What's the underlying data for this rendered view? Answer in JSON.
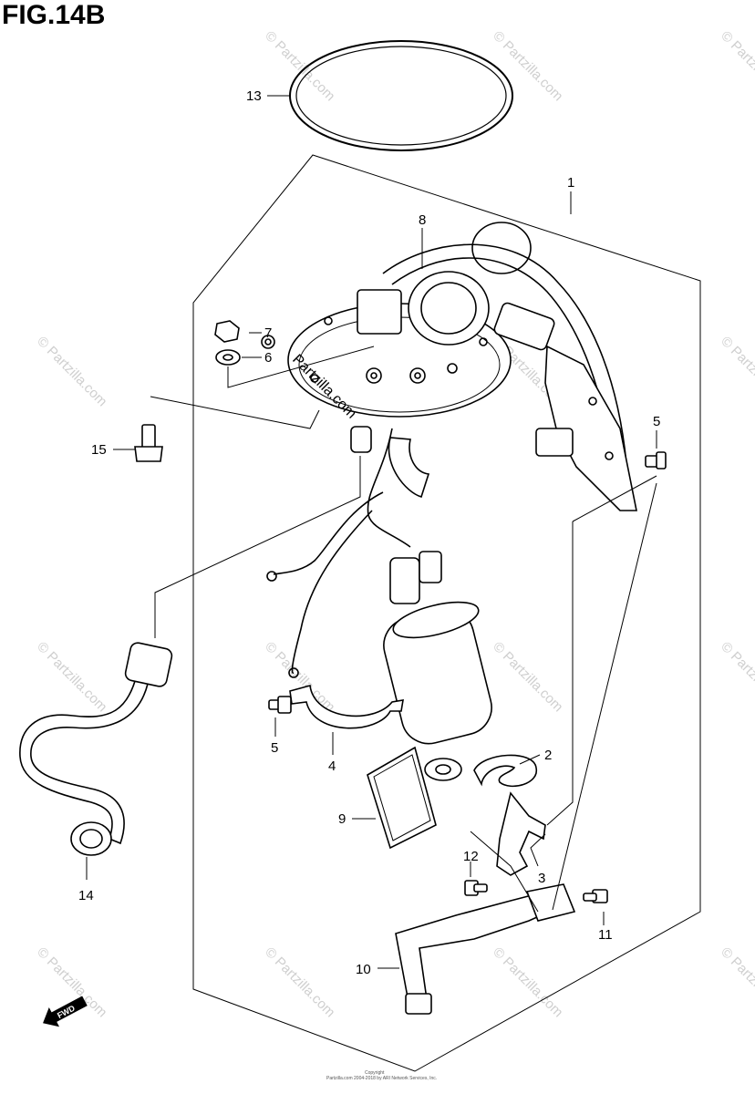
{
  "figure": {
    "title": "FIG.14B"
  },
  "callouts": {
    "c1": "1",
    "c2": "2",
    "c3": "3",
    "c4": "4",
    "c5a": "5",
    "c5b": "5",
    "c6": "6",
    "c7": "7",
    "c8": "8",
    "c9": "9",
    "c10": "10",
    "c11": "11",
    "c12": "12",
    "c13": "13",
    "c14": "14",
    "c15": "15"
  },
  "watermark": {
    "text": "© Partzilla.com",
    "center_text": "Partzilla.com"
  },
  "fwd_label": "FWD",
  "copyright": {
    "line1": "Copyright",
    "line2": "Partzilla.com 2004-2018 by ARI Network Services, Inc."
  },
  "colors": {
    "line": "#000000",
    "watermark": "#cfcfcf",
    "background": "#ffffff"
  }
}
